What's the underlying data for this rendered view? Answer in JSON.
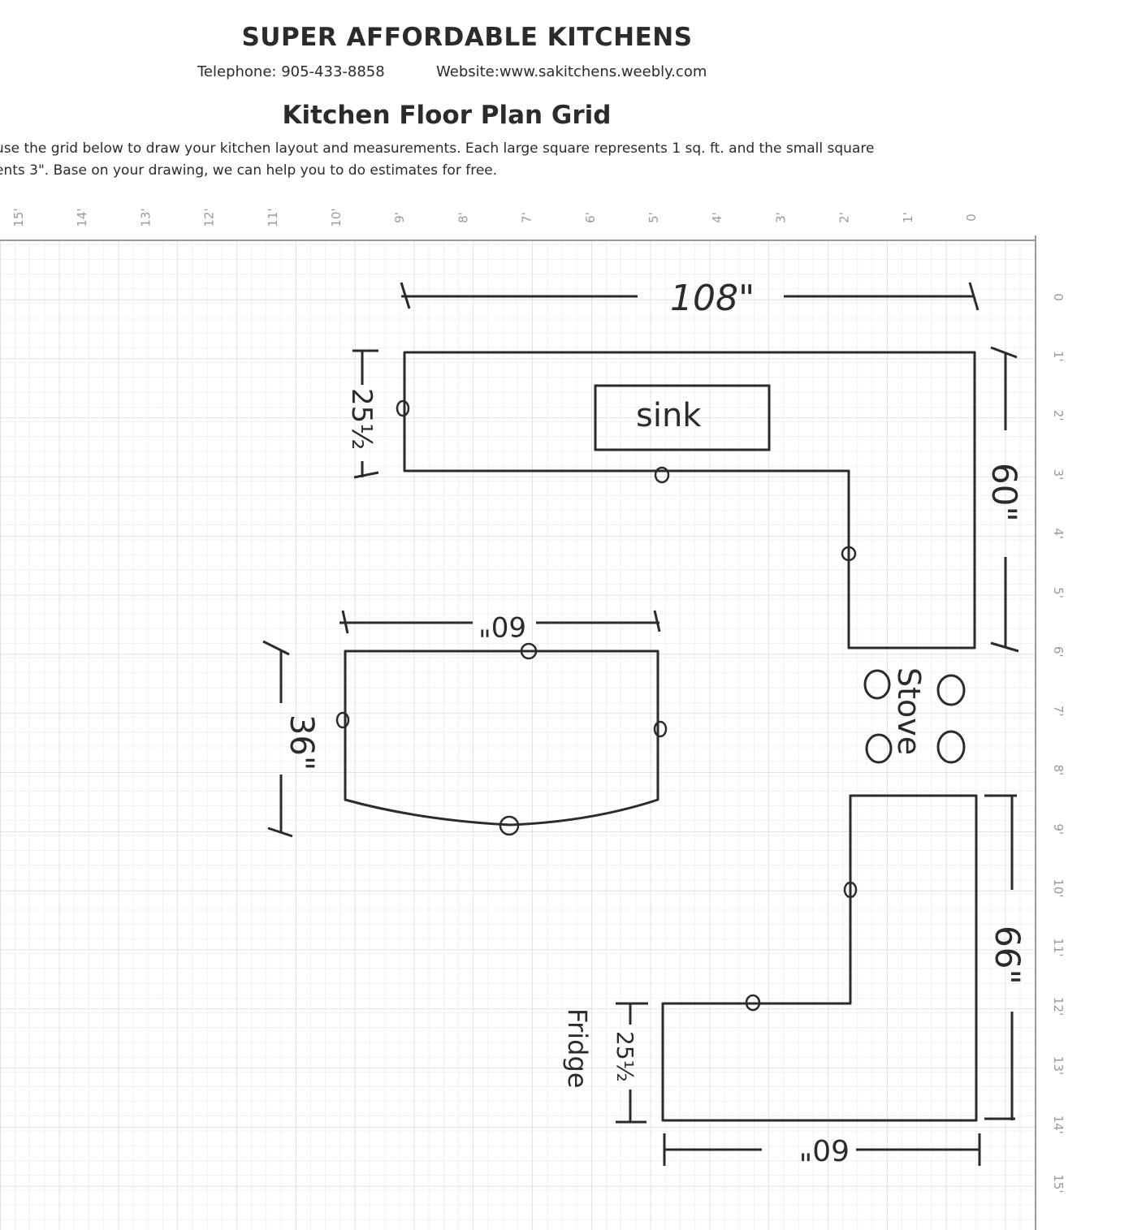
{
  "header": {
    "company": "SUPER AFFORDABLE KITCHENS",
    "telephone": "Telephone: 905-433-8858",
    "website": "Website:www.sakitchens.weebly.com",
    "title": "Kitchen Floor Plan Grid",
    "instructions_line1": "use the grid below to draw your kitchen layout and measurements.  Each large square represents 1 sq. ft. and the small square",
    "instructions_line2": "ents 3\".  Base on your drawing, we can help you to do estimates for free."
  },
  "top_axis_labels": [
    "15'",
    "14'",
    "13'",
    "12'",
    "11'",
    "10'",
    "9'",
    "8'",
    "7'",
    "6'",
    "5'",
    "4'",
    "3'",
    "2'",
    "1'",
    "0"
  ],
  "right_axis_labels": [
    "0",
    "1'",
    "2'",
    "3'",
    "4'",
    "5'",
    "6'",
    "7'",
    "8'",
    "9'",
    "10'",
    "11'",
    "12'",
    "13'",
    "14'",
    "15'"
  ],
  "annotations": {
    "top_width": "108\"",
    "top_depth": "25½",
    "right_upper": "60\"",
    "island_width": "60\"",
    "island_depth": "36\"",
    "right_lower": "66\"",
    "bottom_width": "60\"",
    "bottom_depth": "25½",
    "sink": "sink",
    "stove": "Stove",
    "fridge": "Fridge"
  },
  "colors": {
    "grid_minor": "#e4e4e4",
    "grid_major": "#cfcfcf",
    "ink": "#2b2b2b"
  }
}
